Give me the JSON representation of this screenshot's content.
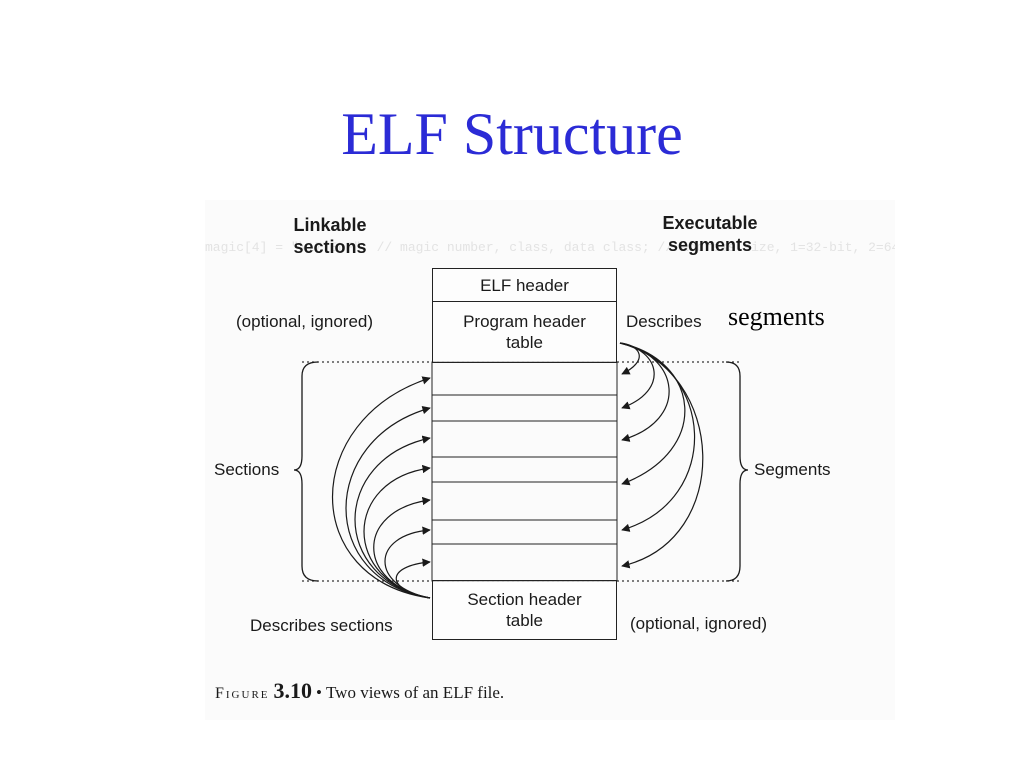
{
  "slide": {
    "title": "ELF Structure",
    "overlay_word": "segments"
  },
  "figure": {
    "left_header_line1": "Linkable",
    "left_header_line2": "sections",
    "right_header_line1": "Executable",
    "right_header_line2": "segments",
    "optional_ignored_left": "(optional, ignored)",
    "describes_right": "Describes",
    "sections_label": "Sections",
    "segments_label": "Segments",
    "describes_sections": "Describes sections",
    "optional_ignored_right": "(optional, ignored)",
    "boxes": {
      "elf_header": "ELF header",
      "program_header_line1": "Program header",
      "program_header_line2": "table",
      "section_header_line1": "Section header",
      "section_header_line2": "table"
    },
    "caption": {
      "figure_word": "Figure",
      "figure_number": "3.10",
      "bullet": "•",
      "text": "Two views of an ELF file."
    }
  }
}
